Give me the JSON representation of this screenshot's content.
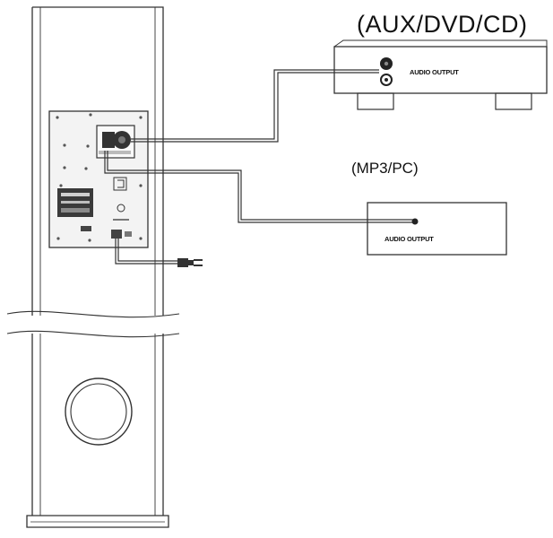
{
  "devices": {
    "aux": {
      "title": "(AUX/DVD/CD)",
      "output_label": "AUDIO OUTPUT"
    },
    "mp3": {
      "title": "(MP3/PC)",
      "output_label": "AUDIO OUTPUT"
    }
  },
  "icons": [
    "speaker-tower",
    "rear-panel",
    "rca-jack",
    "power-plug",
    "subwoofer-port",
    "cable"
  ],
  "colors": {
    "line": "#222222",
    "panel_fill": "#f4f4f4",
    "dark": "#333333"
  }
}
